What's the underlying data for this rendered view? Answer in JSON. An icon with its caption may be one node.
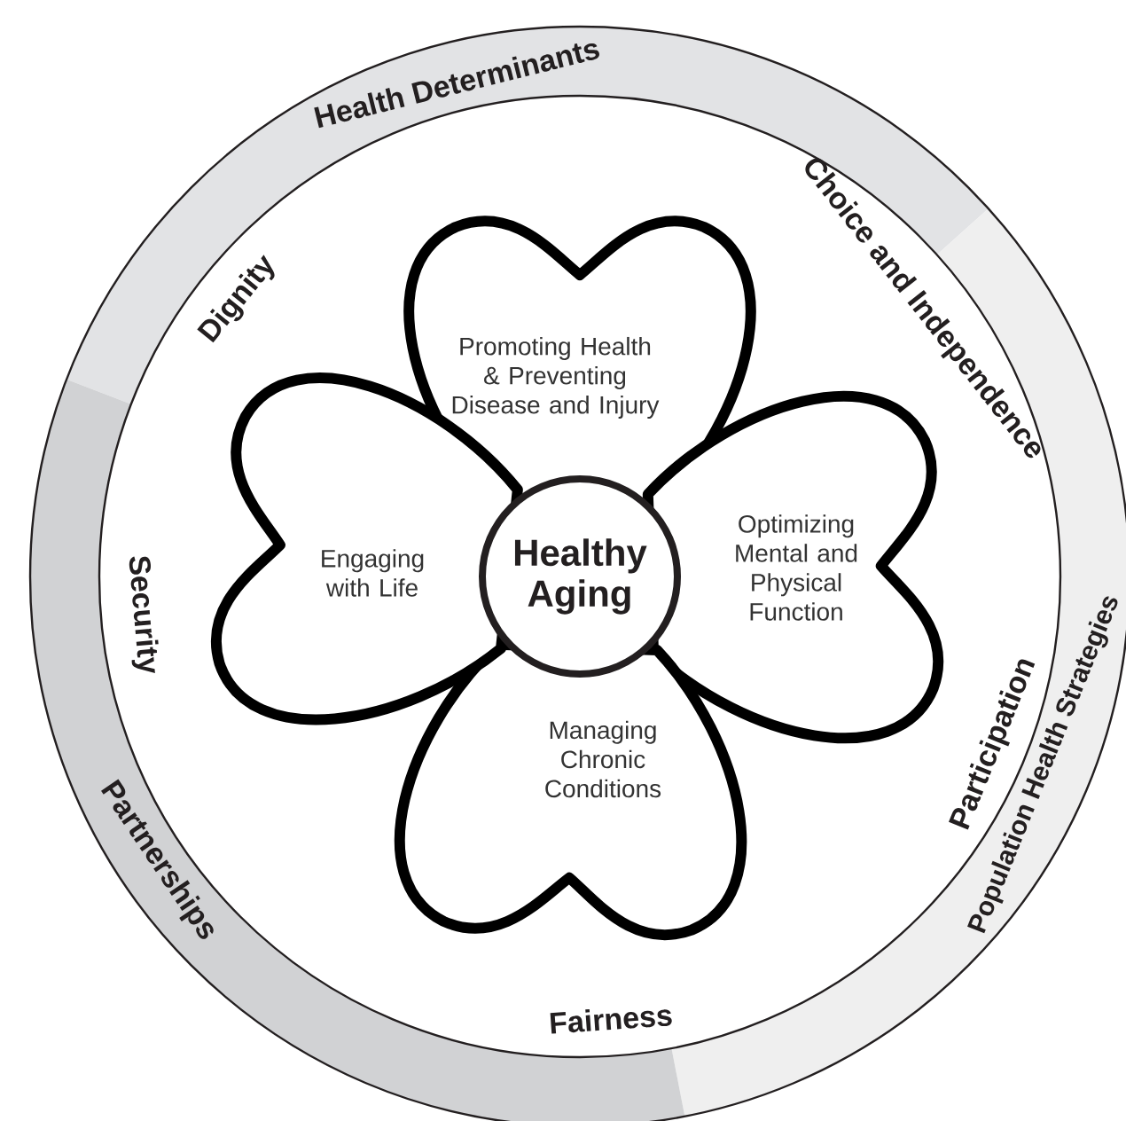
{
  "diagram": {
    "nodes": [
      {
        "text": [
          "Health Determinants"
        ]
      },
      {
        "text": [
          "Population Health Strategies"
        ]
      },
      {
        "text": [
          "Partnerships"
        ]
      },
      {
        "text": [
          "Promoting Health & Preventing Disease and Injury"
        ]
      },
      {
        "text": [
          "Optimizing Mental and Physical Function"
        ]
      },
      {
        "text": [
          "Managing Chronic Conditions"
        ]
      },
      {
        "text": [
          "Engaging with Life"
        ]
      },
      {
        "text": [
          "Healthy Aging"
        ]
      }
    ],
    "labels": [
      "Dignity",
      "Choice and Independence",
      "Security",
      "Participation",
      "Fairness"
    ]
  }
}
